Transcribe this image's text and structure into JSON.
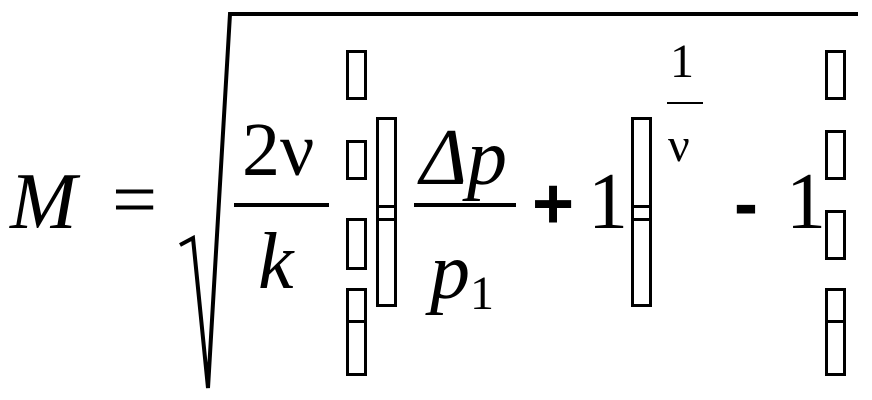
{
  "formula": {
    "lhs": "M",
    "equals": "=",
    "coef_num": "2ν",
    "coef_den": "k",
    "frac_num": "Δp",
    "frac_den_base": "p",
    "frac_den_sub": "1",
    "plus": "+",
    "plus_one": "1",
    "exp_num": "1",
    "exp_den": "ν",
    "minus": "-",
    "minus_one": "1"
  }
}
